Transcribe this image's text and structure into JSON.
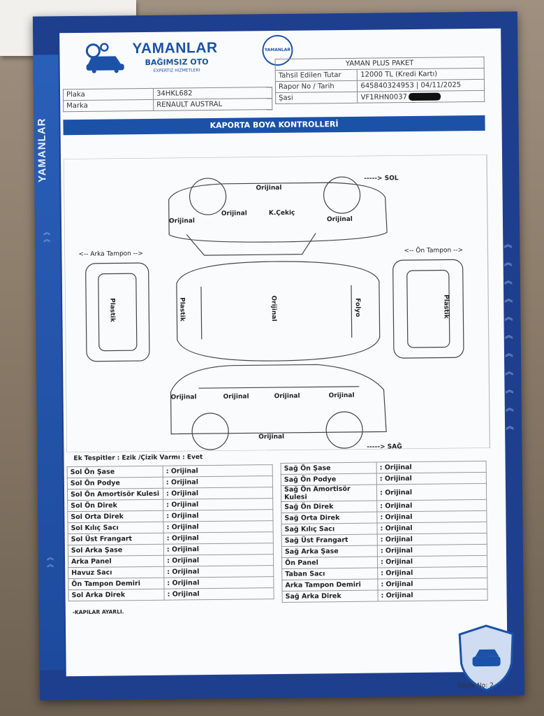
{
  "side_brand": "YAMANLAR",
  "logo": {
    "name": "YAMANLAR",
    "sub": "BAĞIMSIZ OTO",
    "sub2": "EXPERTIZ HIZMETLERI"
  },
  "header": {
    "package": "YAMAN PLUS PAKET",
    "rows": [
      {
        "label": "Tahsil Edilen Tutar",
        "value": "12000 TL (Kredi Kartı)"
      },
      {
        "label": "Rapor No / Tarih",
        "value": "645840324953 | 04/11/2025"
      },
      {
        "label": "Şasi",
        "value": "VF1RHN0037"
      }
    ]
  },
  "plaka": {
    "label": "Plaka",
    "value": "34HKL682"
  },
  "marka": {
    "label": "Marka",
    "value": "RENAULT AUSTRAL"
  },
  "section_title": "KAPORTA BOYA KONTROLLERİ",
  "diagram": {
    "sol": "-----> SOL",
    "sag": "-----> SAĞ",
    "arka_tampon": "<-- Arka Tampon -->",
    "on_tampon": "<-- Ön Tampon -->",
    "labels": {
      "top_roof": "Orijinal",
      "top_left": "Orijinal",
      "top_mid": "Orijinal",
      "top_door": "K.Çekiç",
      "top_right": "Orijinal",
      "rear": "Plastik",
      "roof_left": "Plastik",
      "roof_mid": "Orijinal",
      "roof_right": "Folyo",
      "front": "Plastik",
      "bot_1": "Orijinal",
      "bot_2": "Orijinal",
      "bot_3": "Orijinal",
      "bot_4": "Orijinal",
      "bot_bottom": "Orijinal"
    }
  },
  "ek_tespitler": "Ek Tespitler : Ezik /Çizik Varmı : Evet",
  "left_parts": [
    {
      "name": "Sol Ön Şase",
      "value": ": Orijinal"
    },
    {
      "name": "Sol Ön Podye",
      "value": ": Orijinal"
    },
    {
      "name": "Sol Ön Amortisör Kulesi",
      "value": ": Orijinal"
    },
    {
      "name": "Sol Ön Direk",
      "value": ": Orijinal"
    },
    {
      "name": "Sol Orta Direk",
      "value": ": Orijinal"
    },
    {
      "name": "Sol Kılıç Sacı",
      "value": ": Orijinal"
    },
    {
      "name": "Sol Üst Frangart",
      "value": ": Orijinal"
    },
    {
      "name": "Sol Arka Şase",
      "value": ": Orijinal"
    },
    {
      "name": "Arka Panel",
      "value": ": Orijinal"
    },
    {
      "name": "Havuz Sacı",
      "value": ": Orijinal"
    },
    {
      "name": "Ön Tampon Demiri",
      "value": ": Orijinal"
    },
    {
      "name": "Sol Arka Direk",
      "value": ": Orijinal"
    }
  ],
  "right_parts": [
    {
      "name": "Sağ Ön Şase",
      "value": ": Orijinal"
    },
    {
      "name": "Sağ Ön Podye",
      "value": ": Orijinal"
    },
    {
      "name": "Sağ Ön Amortisör Kulesi",
      "value": ": Orijinal"
    },
    {
      "name": "Sağ Ön Direk",
      "value": ": Orijinal"
    },
    {
      "name": "Sağ Orta Direk",
      "value": ": Orijinal"
    },
    {
      "name": "Sağ Kılıç Sacı",
      "value": ": Orijinal"
    },
    {
      "name": "Sağ Üst Frangart",
      "value": ": Orijinal"
    },
    {
      "name": "Sağ Arka Şase",
      "value": ": Orijinal"
    },
    {
      "name": "Ön Panel",
      "value": ": Orijinal"
    },
    {
      "name": "Taban Sacı",
      "value": ": Orijinal"
    },
    {
      "name": "Arka Tampon Demiri",
      "value": ": Orijinal"
    },
    {
      "name": "Sağ Arka Direk",
      "value": ": Orijinal"
    }
  ],
  "note": "-KAPILAR AYARLI.",
  "sayfa": "Sayfa No: 2",
  "colors": {
    "brand_blue": "#1b52a8",
    "frame_blue": "#1e3f8e"
  }
}
